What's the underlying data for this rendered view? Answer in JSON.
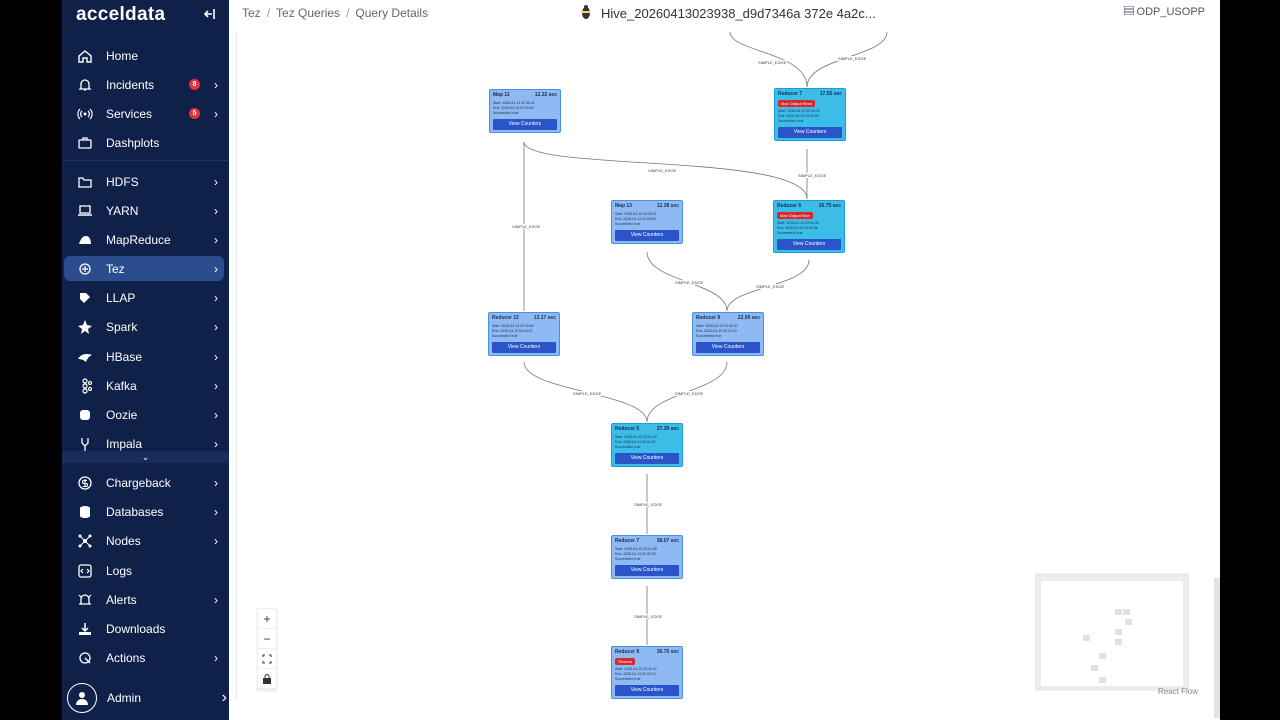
{
  "app": {
    "logo": "acceldata",
    "breadcrumb": [
      "Tez",
      "Tez Queries",
      "Query Details"
    ],
    "query_title": "Hive_20260413023938_d9d7346a 372e 4a2c...",
    "cluster": "ODP_USOPP"
  },
  "sidebar": {
    "items": [
      {
        "label": "Home",
        "icon": "home-icon"
      },
      {
        "label": "Incidents",
        "icon": "bell-icon",
        "badge": "8",
        "chevron": true
      },
      {
        "label": "Services",
        "icon": "signal-icon",
        "badge": "5",
        "chevron": true
      },
      {
        "label": "Dashplots",
        "icon": "briefcase-icon"
      },
      {
        "label": "HDFS",
        "icon": "folder-icon",
        "chevron": true
      },
      {
        "label": "YARN",
        "icon": "laptop-icon",
        "chevron": true
      },
      {
        "label": "MapReduce",
        "icon": "mapreduce-icon",
        "chevron": true
      },
      {
        "label": "Tez",
        "icon": "tez-icon",
        "chevron": true,
        "active": true
      },
      {
        "label": "LLAP",
        "icon": "llap-icon",
        "chevron": true
      },
      {
        "label": "Spark",
        "icon": "spark-icon",
        "chevron": true
      },
      {
        "label": "HBase",
        "icon": "hbase-icon",
        "chevron": true
      },
      {
        "label": "Kafka",
        "icon": "kafka-icon",
        "chevron": true
      },
      {
        "label": "Oozie",
        "icon": "oozie-icon",
        "chevron": true
      },
      {
        "label": "Impala",
        "icon": "impala-icon",
        "chevron": true
      },
      {
        "label": "Chargeback",
        "icon": "dollar-icon",
        "chevron": true
      },
      {
        "label": "Databases",
        "icon": "database-icon",
        "chevron": true
      },
      {
        "label": "Nodes",
        "icon": "nodes-icon",
        "chevron": true
      },
      {
        "label": "Logs",
        "icon": "code-icon"
      },
      {
        "label": "Alerts",
        "icon": "alert-bell-icon",
        "chevron": true
      },
      {
        "label": "Downloads",
        "icon": "download-icon"
      },
      {
        "label": "Actions",
        "icon": "actions-icon",
        "chevron": true
      }
    ],
    "admin_label": "Admin"
  },
  "graph": {
    "nodes": [
      {
        "id": "map11",
        "title": "Map 11",
        "time": "12.32 sec",
        "lines": [
          "Start: 2026-04-13 02:39:41",
          "End: 2026-04-13 02:39:53",
          "Succeeded: true"
        ],
        "button": "View Counters",
        "highlight": false
      },
      {
        "id": "reducer7a",
        "title": "Reducer 7",
        "time": "17.55 sec",
        "tag": "Max Output Recs",
        "lines": [
          "Start: 2026-04-13 02:40:11",
          "End: 2026-04-13 02:40:29",
          "Succeeded: true"
        ],
        "button": "View Counters",
        "highlight": true
      },
      {
        "id": "map13",
        "title": "Map 13",
        "time": "12.38 sec",
        "lines": [
          "Start: 2026-04-13 02:39:41",
          "End: 2026-04-13 02:39:53",
          "Succeeded: true"
        ],
        "button": "View Counters",
        "highlight": false
      },
      {
        "id": "reducer6",
        "title": "Reducer 6",
        "time": "26.75 sec",
        "tag": "Max Output Size",
        "lines": [
          "Start: 2026-04-13 02:40:30",
          "End: 2026-04-13 02:40:56",
          "Succeeded: true"
        ],
        "button": "View Counters",
        "highlight": true
      },
      {
        "id": "reducer12",
        "title": "Reducer 12",
        "time": "13.17 sec",
        "lines": [
          "Start: 2026-04-13 02:39:54",
          "End: 2026-04-13 02:40:07",
          "Succeeded: true"
        ],
        "button": "View Counters",
        "highlight": false
      },
      {
        "id": "reducer9",
        "title": "Reducer 9",
        "time": "22.09 sec",
        "lines": [
          "Start: 2026-04-13 02:40:57",
          "End: 2026-04-13 02:41:19",
          "Succeeded: true"
        ],
        "button": "View Counters",
        "highlight": false
      },
      {
        "id": "reducer5",
        "title": "Reducer 5",
        "time": "37.39 sec",
        "lines": [
          "Start: 2026-04-13 02:41:20",
          "End: 2026-04-13 02:41:57",
          "Succeeded: true"
        ],
        "button": "View Counters",
        "highlight": true
      },
      {
        "id": "reducer7b",
        "title": "Reducer 7",
        "time": "38.07 sec",
        "lines": [
          "Start: 2026-04-13 02:41:58",
          "End: 2026-04-13 02:42:36",
          "Succeeded: true"
        ],
        "button": "View Counters",
        "highlight": false
      },
      {
        "id": "reducer8",
        "title": "Reducer 8",
        "time": "36.70 sec",
        "tag": "Slowest",
        "lines": [
          "Start: 2026-04-13 02:42:37",
          "End: 2026-04-13 02:43:14",
          "Succeeded: true"
        ],
        "button": "View Counters",
        "highlight": false
      }
    ],
    "edge_label": "SIMPLE_EDGE",
    "react_flow_label": "React Flow"
  },
  "colors": {
    "sidebar_bg": "#0f2149",
    "node_fill": "#8fb9f2",
    "node_highlight": "#3cbde8",
    "button_blue": "#2a55c8",
    "badge_red": "#e2343a"
  }
}
